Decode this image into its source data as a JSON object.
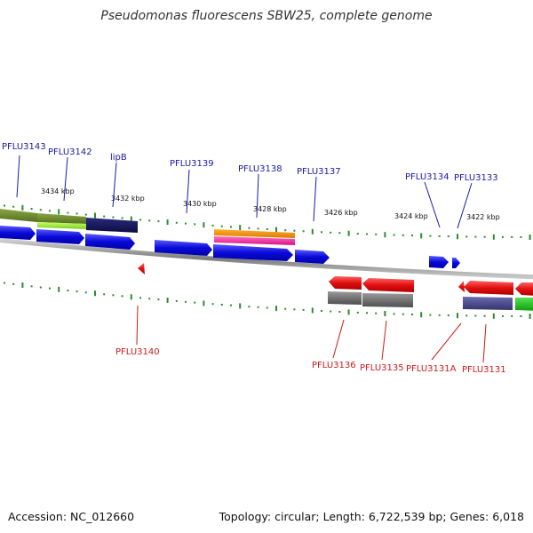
{
  "title": "Pseudomonas fluorescens SBW25, complete genome",
  "footer": {
    "accession": "Accession: NC_012660",
    "summary": "Topology: circular; Length: 6,722,539 bp; Genes: 6,018"
  },
  "colors": {
    "forward": "#1515d8",
    "reverse": "#e01515",
    "backbone": "#8a8a8a",
    "tick": "#2e8b2e",
    "label_top": "#1a1aa8",
    "label_bottom": "#cc1a1a"
  },
  "scale_labels": [
    "3434 kbp",
    "3432 kbp",
    "3430 kbp",
    "3428 kbp",
    "3426 kbp",
    "3424 kbp",
    "3422 kbp"
  ],
  "top_gene_labels": [
    "PFLU3143",
    "PFLU3142",
    "lipB",
    "PFLU3139",
    "PFLU3138",
    "PFLU3137",
    "PFLU3134",
    "PFLU3133"
  ],
  "bottom_gene_labels": [
    "PFLU3140",
    "PFLU3136",
    "PFLU3135",
    "PFLU3131A",
    "PFLU3131"
  ]
}
